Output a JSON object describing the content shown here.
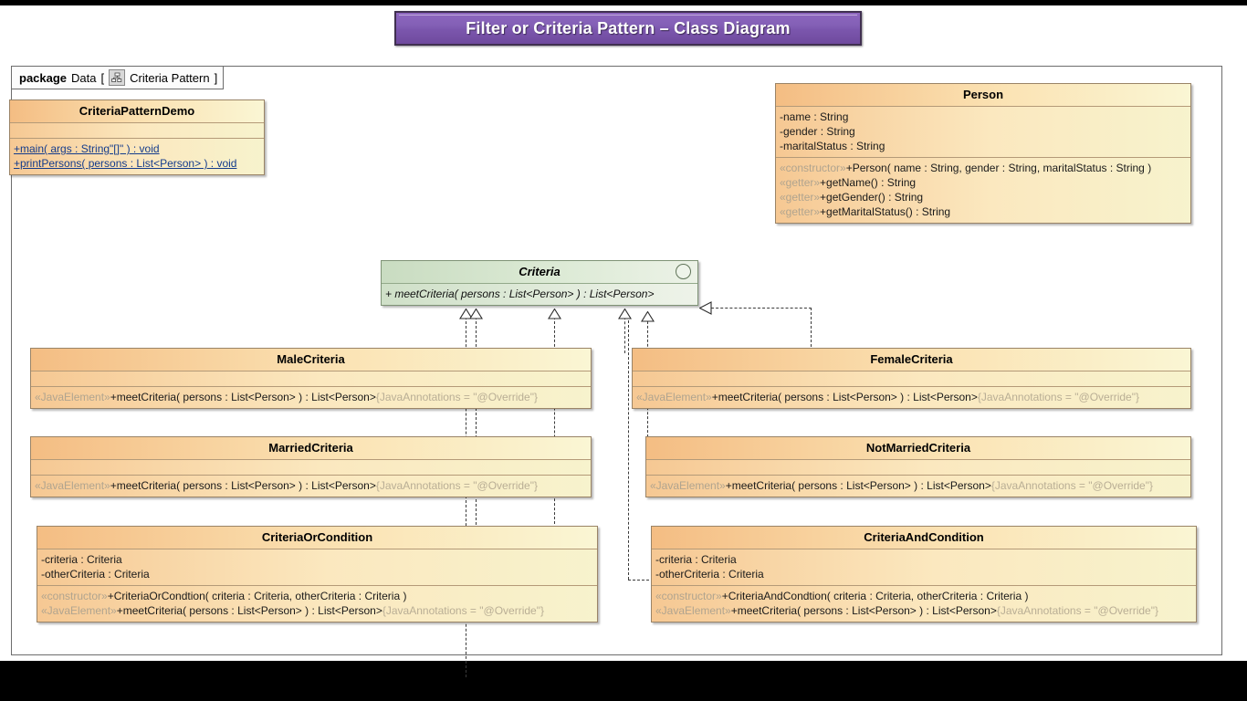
{
  "title": {
    "text": "Filter or Criteria Pattern – Class Diagram"
  },
  "package": {
    "keyword": "package",
    "name": "Data",
    "bracket_open": "[",
    "icon": "class-diagram-icon",
    "diagram_name": "Criteria Pattern",
    "bracket_close": "]"
  },
  "classes": {
    "demo": {
      "name": "CriteriaPatternDemo",
      "attributes": [],
      "methods": [
        {
          "stereotype": "",
          "text": "+main( args : String\"[]\" ) : void",
          "annotation": "",
          "static": true
        },
        {
          "stereotype": "",
          "text": "+printPersons( persons : List<Person> ) : void",
          "annotation": "",
          "static": true
        }
      ]
    },
    "person": {
      "name": "Person",
      "attributes": [
        {
          "text": "-name : String"
        },
        {
          "text": "-gender : String"
        },
        {
          "text": "-maritalStatus : String"
        }
      ],
      "methods": [
        {
          "stereotype": "«constructor»",
          "text": "+Person( name : String, gender : String, maritalStatus : String )",
          "annotation": ""
        },
        {
          "stereotype": "«getter»",
          "text": "+getName() : String",
          "annotation": ""
        },
        {
          "stereotype": "«getter»",
          "text": "+getGender() : String",
          "annotation": ""
        },
        {
          "stereotype": "«getter»",
          "text": "+getMaritalStatus() : String",
          "annotation": ""
        }
      ]
    },
    "criteria": {
      "name": "Criteria",
      "is_interface": true,
      "icon": "interface-ball-icon",
      "methods": [
        {
          "stereotype": "",
          "text": "+ meetCriteria( persons  : List<Person>  )  : List<Person>",
          "annotation": ""
        }
      ]
    },
    "male": {
      "name": "MaleCriteria",
      "attributes": [],
      "methods": [
        {
          "stereotype": "«JavaElement»",
          "text": "+meetCriteria( persons : List<Person> ) : List<Person>",
          "annotation": "{JavaAnnotations = \"@Override\"}"
        }
      ]
    },
    "female": {
      "name": "FemaleCriteria",
      "attributes": [],
      "methods": [
        {
          "stereotype": "«JavaElement»",
          "text": "+meetCriteria( persons : List<Person> ) : List<Person>",
          "annotation": "{JavaAnnotations = \"@Override\"}"
        }
      ]
    },
    "married": {
      "name": "MarriedCriteria",
      "attributes": [],
      "methods": [
        {
          "stereotype": "«JavaElement»",
          "text": "+meetCriteria( persons : List<Person> ) : List<Person>",
          "annotation": "{JavaAnnotations = \"@Override\"}"
        }
      ]
    },
    "notmarried": {
      "name": "NotMarriedCriteria",
      "attributes": [],
      "methods": [
        {
          "stereotype": "«JavaElement»",
          "text": "+meetCriteria( persons : List<Person> ) : List<Person>",
          "annotation": "{JavaAnnotations = \"@Override\"}"
        }
      ]
    },
    "orcond": {
      "name": "CriteriaOrCondition",
      "attributes": [
        {
          "text": "-criteria : Criteria"
        },
        {
          "text": "-otherCriteria : Criteria"
        }
      ],
      "methods": [
        {
          "stereotype": "«constructor»",
          "text": "+CriteriaOrCondtion( criteria : Criteria, otherCriteria : Criteria )",
          "annotation": ""
        },
        {
          "stereotype": "«JavaElement»",
          "text": "+meetCriteria( persons : List<Person> ) : List<Person>",
          "annotation": "{JavaAnnotations = \"@Override\"}"
        }
      ]
    },
    "andcond": {
      "name": "CriteriaAndCondition",
      "attributes": [
        {
          "text": "-criteria : Criteria"
        },
        {
          "text": "-otherCriteria : Criteria"
        }
      ],
      "methods": [
        {
          "stereotype": "«constructor»",
          "text": "+CriteriaAndCondtion( criteria : Criteria, otherCriteria : Criteria )",
          "annotation": ""
        },
        {
          "stereotype": "«JavaElement»",
          "text": "+meetCriteria( persons : List<Person> ) : List<Person>",
          "annotation": "{JavaAnnotations = \"@Override\"}"
        }
      ]
    }
  },
  "colors": {
    "title_banner": "#7b56ad",
    "class_header": "#f4bd83",
    "class_body": "#faf6d4",
    "interface_fill": "#cfe0c8",
    "border": "#9a8467",
    "connector": "#3a3a3a"
  }
}
